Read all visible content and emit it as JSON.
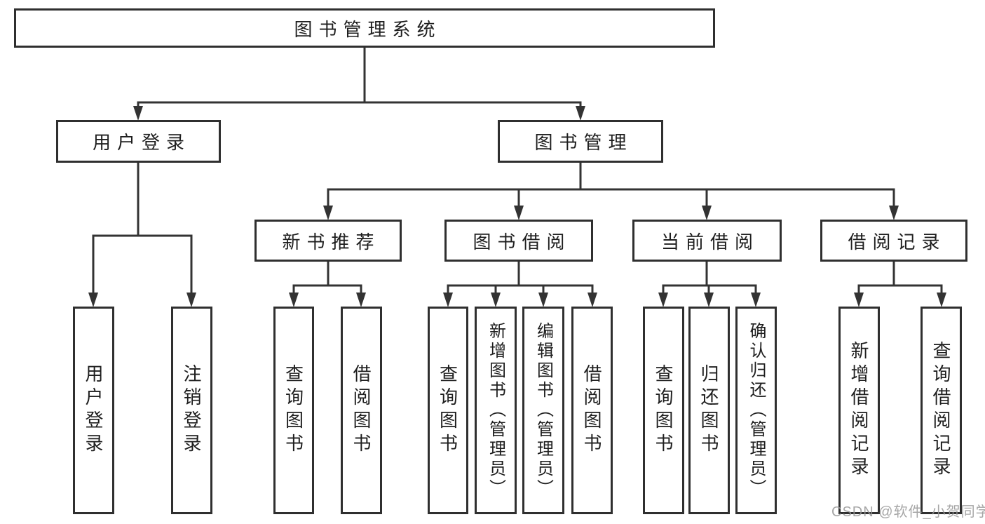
{
  "diagram_title": "图书管理系统",
  "nodes": {
    "root": {
      "label": "图书管理系统"
    },
    "userLogin": {
      "label": "用户登录"
    },
    "bookMgmt": {
      "label": "图书管理"
    },
    "newBookRec": {
      "label": "新书推荐"
    },
    "bookBorrow": {
      "label": "图书借阅"
    },
    "currentBorrow": {
      "label": "当前借阅"
    },
    "borrowRecords": {
      "label": "借阅记录"
    },
    "leafUserLogin": {
      "label": "用户登录"
    },
    "leafLogout": {
      "label": "注销登录"
    },
    "leafQueryBooks1": {
      "label": "查询图书"
    },
    "leafBorrowBooks1": {
      "label": "借阅图书"
    },
    "leafQueryBooks2": {
      "label": "查询图书"
    },
    "leafAddBooks": {
      "label": "新增图书（管理员）"
    },
    "leafEditBooks": {
      "label": "编辑图书（管理员）"
    },
    "leafBorrowBooks2": {
      "label": "借阅图书"
    },
    "leafQueryBooks3": {
      "label": "查询图书"
    },
    "leafReturnBooks": {
      "label": "归还图书"
    },
    "leafConfirmReturn": {
      "label": "确认归还（管理员）"
    },
    "leafAddRecord": {
      "label": "新增借阅记录"
    },
    "leafQueryRecord": {
      "label": "查询借阅记录"
    }
  },
  "watermark": "CSDN @软件_小贺同学",
  "colors": {
    "line": "#333333",
    "box_border": "#2f2f2f",
    "text": "#1e1e1e",
    "watermark": "#969696",
    "background": "#ffffff"
  }
}
